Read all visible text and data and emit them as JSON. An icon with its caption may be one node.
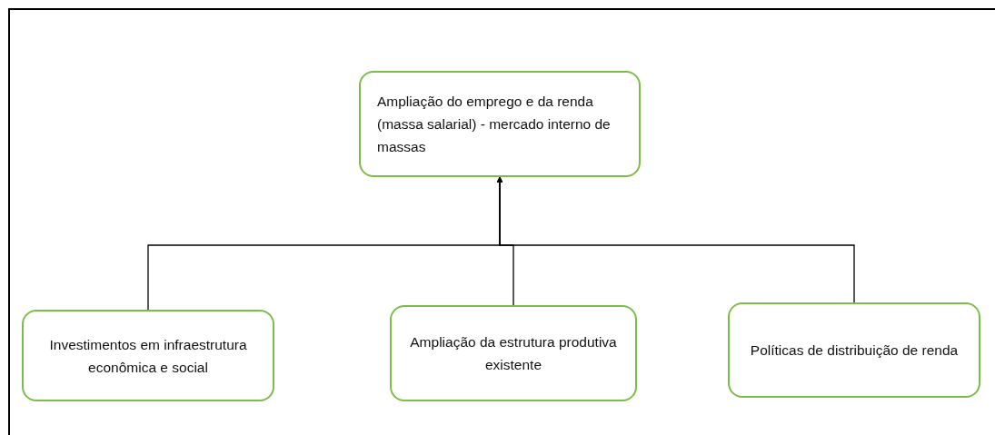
{
  "diagram": {
    "nodes": [
      {
        "text": [
          "Ampliação do emprego e da renda (massa salarial) - mercado interno de massas"
        ]
      },
      {
        "text": [
          "Investimentos em infraestrutura econômica e social"
        ]
      },
      {
        "text": [
          "Ampliação da estrutura produtiva existente"
        ]
      },
      {
        "text": [
          "Políticas de distribuição de renda"
        ]
      }
    ],
    "edges": [
      {
        "from": 1,
        "to": 0,
        "arrow": "to"
      },
      {
        "from": 2,
        "to": 0,
        "arrow": "to"
      },
      {
        "from": 3,
        "to": 0,
        "arrow": "to"
      }
    ]
  }
}
